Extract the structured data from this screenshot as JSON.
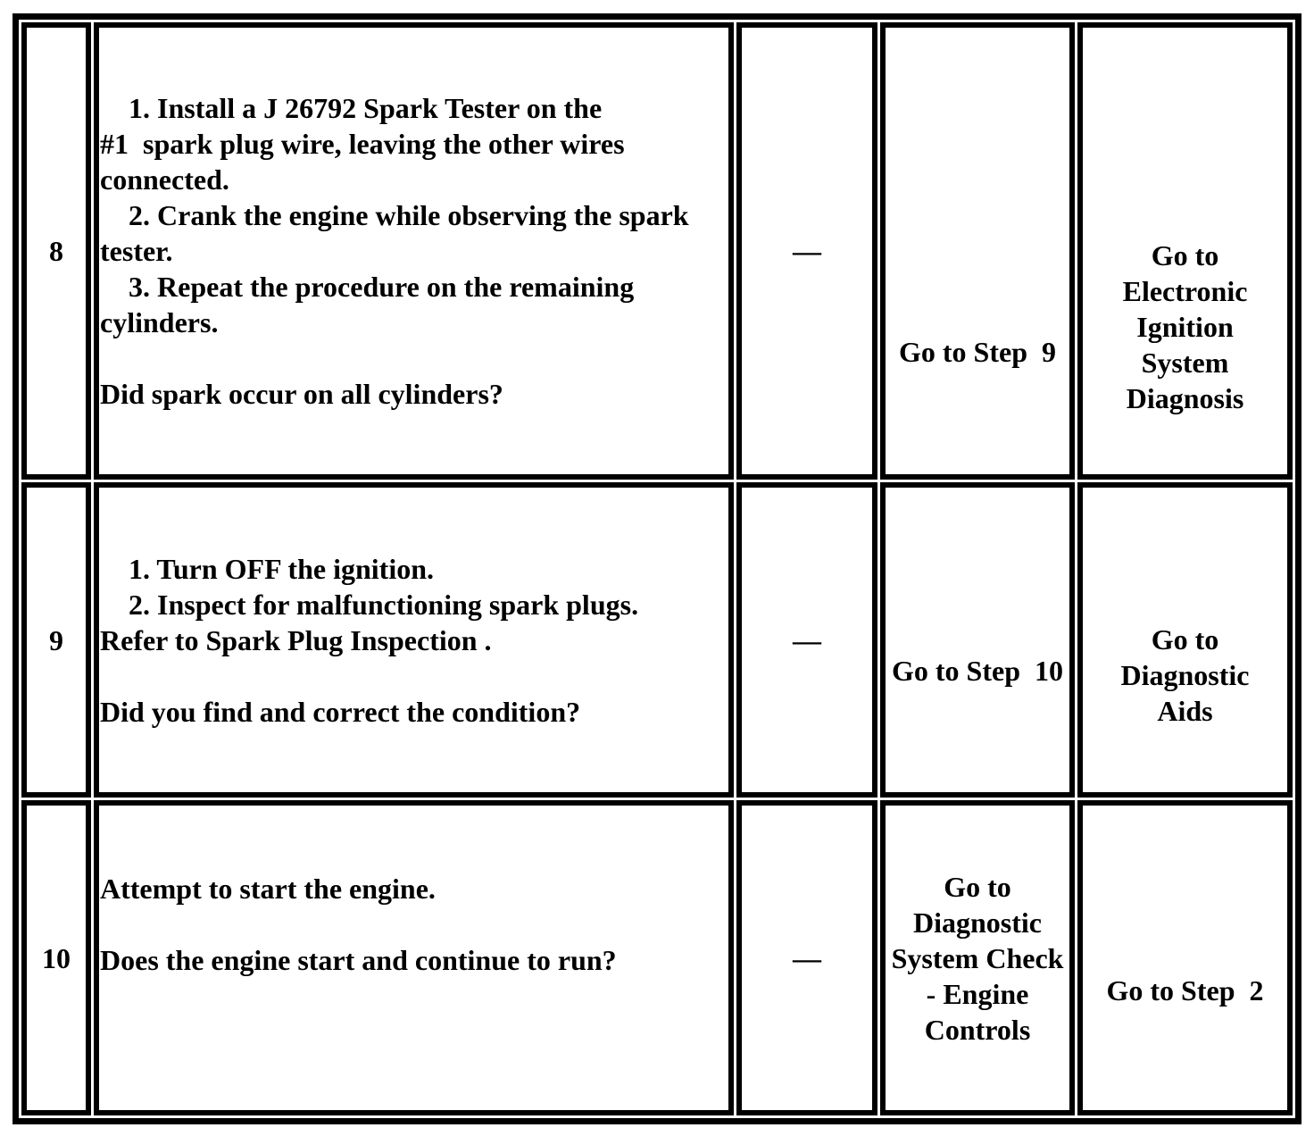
{
  "rows": [
    {
      "step": "8",
      "action": "    1. Install a J 26792 Spark Tester on the\n#1  spark plug wire, leaving the other wires\nconnected.\n    2. Crank the engine while observing the spark\ntester.\n    3. Repeat the procedure on the remaining\ncylinders.\n\nDid spark occur on all cylinders?",
      "value": "—",
      "yes": "Go to Step  9",
      "no": "Go to\nElectronic\nIgnition\nSystem\nDiagnosis"
    },
    {
      "step": "9",
      "action": "    1. Turn OFF the ignition.\n    2. Inspect for malfunctioning spark plugs.\nRefer to Spark Plug Inspection .\n\nDid you find and correct the condition?",
      "value": "—",
      "yes": "Go to Step  10",
      "no": "Go to\nDiagnostic\nAids"
    },
    {
      "step": "10",
      "action": "Attempt to start the engine.\n\nDoes the engine start and continue to run?",
      "value": "—",
      "yes": "Go to\nDiagnostic\nSystem Check\n- Engine\nControls",
      "no": "Go to Step  2"
    }
  ]
}
